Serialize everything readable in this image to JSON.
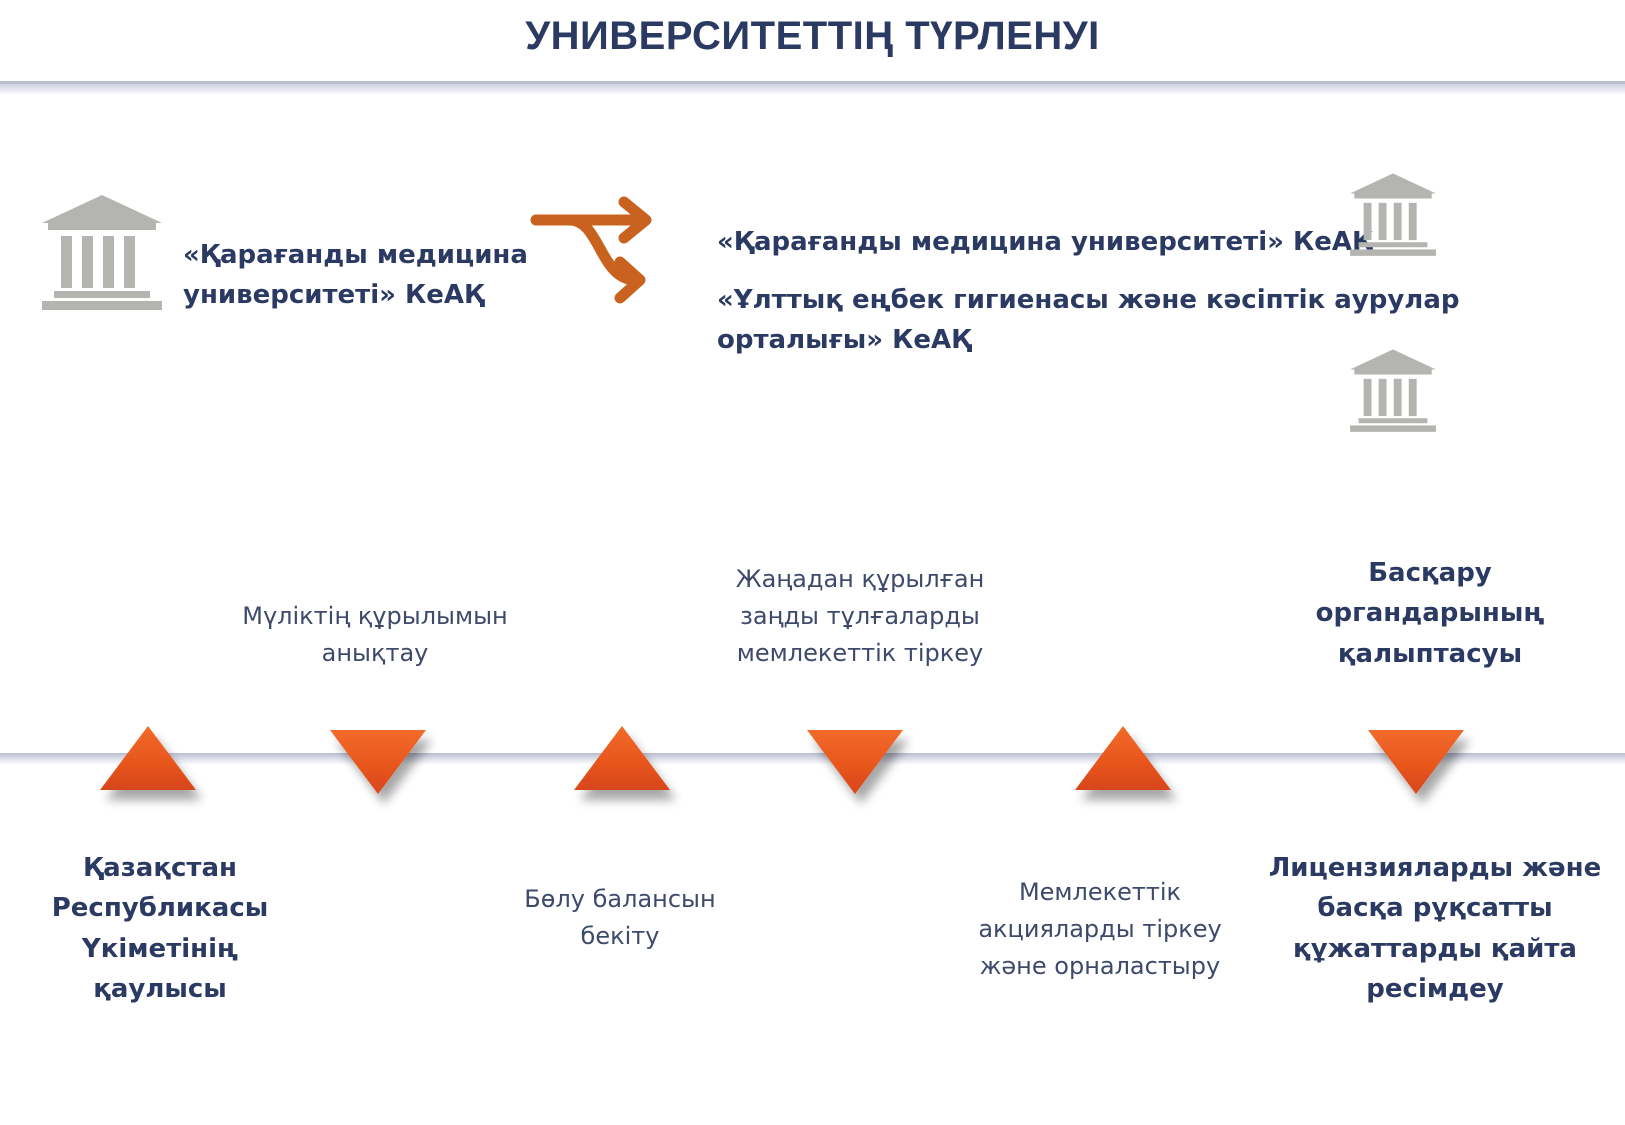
{
  "title": "УНИВЕРСИТЕТТІҢ ТҮРЛЕНУІ",
  "colors": {
    "title": "#2b3a63",
    "accent_orange": "#e8561e",
    "split_arrow": "#c8621e",
    "building_icon": "#b4b4b0",
    "rule": "#c9ccdb"
  },
  "top": {
    "source_org": {
      "line1": "«Қарағанды медицина",
      "line2": "университеті» КеАҚ",
      "icon": "bank-building-icon"
    },
    "split_icon": "split-arrow-icon",
    "result_orgs": [
      {
        "lines": [
          "«Қарағанды медицина университеті» КеАҚ"
        ],
        "icon": "bank-building-icon"
      },
      {
        "lines": [
          "«Ұлттық еңбек гигиенасы және кәсіптік аурулар",
          "орталығы» КеАҚ"
        ],
        "icon": "bank-building-icon"
      }
    ]
  },
  "timeline": {
    "steps": [
      {
        "lines": [
          "Қазақстан",
          "Республикасы",
          "Үкіметінің",
          "қаулысы"
        ],
        "marker": "triangle-up-icon",
        "bold": true
      },
      {
        "lines": [
          "Мүліктің құрылымын",
          "анықтау"
        ],
        "marker": "triangle-down-icon",
        "bold": false
      },
      {
        "lines": [
          "Бөлу балансын",
          "бекіту"
        ],
        "marker": "triangle-up-icon",
        "bold": false
      },
      {
        "lines": [
          "Жаңадан құрылған",
          "заңды тұлғаларды",
          "мемлекеттік тіркеу"
        ],
        "marker": "triangle-down-icon",
        "bold": false
      },
      {
        "lines": [
          "Мемлекеттік",
          "акцияларды тіркеу",
          "және орналастыру"
        ],
        "marker": "triangle-up-icon",
        "bold": false
      },
      {
        "lines": [
          "Басқару",
          "органдарының",
          "қалыптасуы"
        ],
        "marker": "triangle-down-icon",
        "bold": true
      },
      {
        "lines": [
          "Лицензияларды және",
          "басқа рұқсатты",
          "құжаттарды қайта",
          "ресімдеу"
        ],
        "marker": "triangle-up-icon",
        "bold": true
      }
    ]
  }
}
